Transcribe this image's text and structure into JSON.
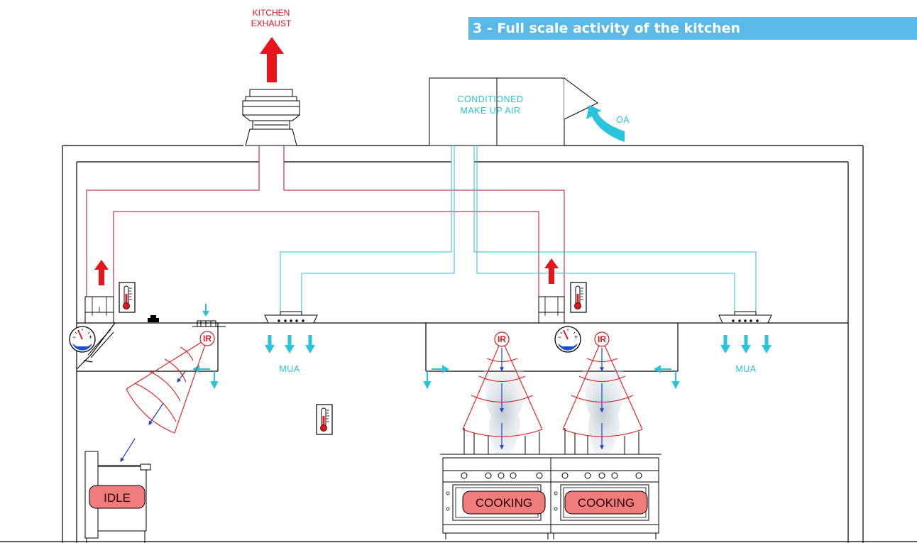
{
  "title": "3 - Full scale activity of the kitchen",
  "labels": {
    "exhaust_line1": "KITCHEN",
    "exhaust_line2": "EXHAUST",
    "mua_unit_line1": "CONDITIONED",
    "mua_unit_line2": "MAKE UP AIR",
    "outside_air": "OA",
    "mua_left": "MUA",
    "mua_right": "MUA",
    "ir_sensor": "IR",
    "appliance_left_status": "IDLE",
    "appliance_mid_status": "COOKING",
    "appliance_right_status": "COOKING"
  },
  "colors": {
    "exhaust": "#e8141c",
    "supply_air": "#29c3dc",
    "ir_beam": "#e01b1b",
    "ir_arrow": "#1f3fe0",
    "status_badge": "#f07c7c",
    "title_bar": "#5ab9e6"
  },
  "icons": [
    "thermometer-icon",
    "pressure-gauge-icon",
    "ir-sensor-icon",
    "exhaust-fan-icon",
    "diffuser-icon"
  ]
}
